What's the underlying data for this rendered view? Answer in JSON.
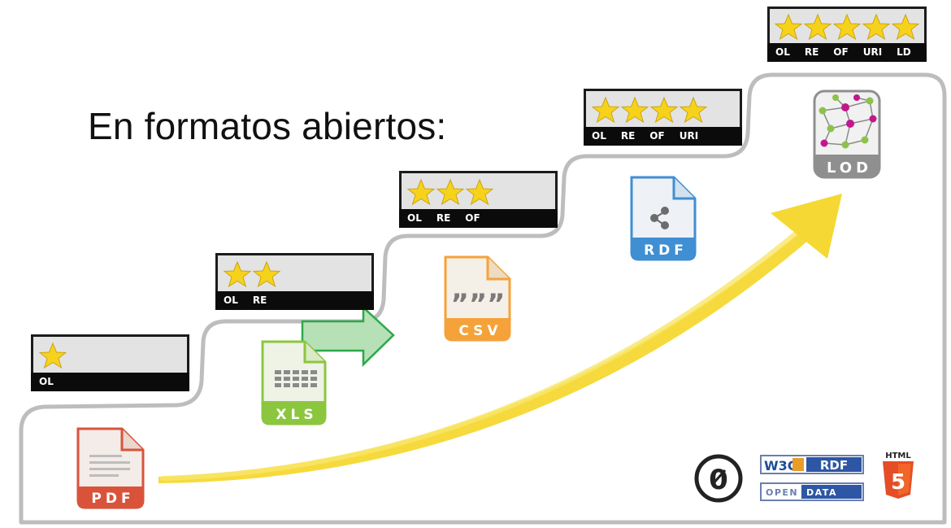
{
  "title": "En formatos abiertos:",
  "stars_levels": [
    {
      "stars": 1,
      "labels": [
        "OL"
      ]
    },
    {
      "stars": 2,
      "labels": [
        "OL",
        "RE"
      ]
    },
    {
      "stars": 3,
      "labels": [
        "OL",
        "RE",
        "OF"
      ]
    },
    {
      "stars": 4,
      "labels": [
        "OL",
        "RE",
        "OF",
        "URI"
      ]
    },
    {
      "stars": 5,
      "labels": [
        "OL",
        "RE",
        "OF",
        "URI",
        "LD"
      ]
    }
  ],
  "files": {
    "pdf": "PDF",
    "xls": "XLS",
    "csv": "CSV",
    "csv_glyph": "”””",
    "rdf": "RDF",
    "lod": "LOD"
  },
  "logos": {
    "cc_zero": "0",
    "w3c": "W3C",
    "rdf": "RDF",
    "open": "OPEN",
    "data": "DATA",
    "html": "HTML",
    "html5": "5"
  },
  "colors": {
    "star": "#f7d21b",
    "pdf": "#d9533b",
    "xls": "#8cc63f",
    "csv": "#f5a23a",
    "rdf": "#3f8fd2",
    "lod": "#8f8f8f",
    "arrow": "#f5d833",
    "green_arrow": "#a8dba8"
  }
}
